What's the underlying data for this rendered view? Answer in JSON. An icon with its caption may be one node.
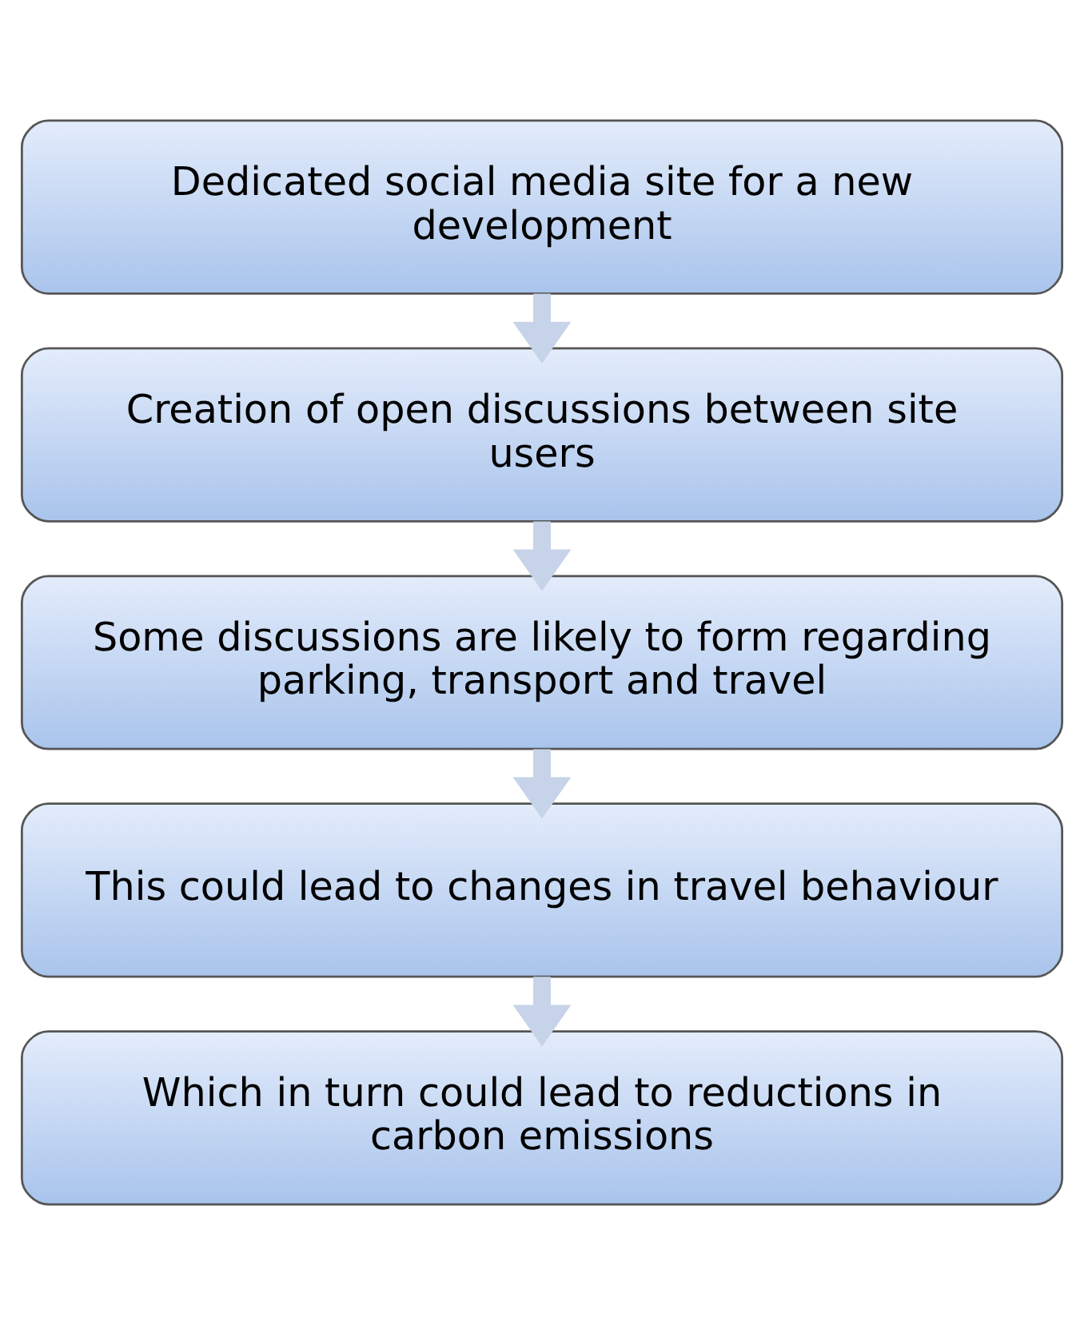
{
  "diagram": {
    "nodes": [
      {
        "text": [
          "Dedicated social media site for a new development"
        ]
      },
      {
        "text": [
          "Creation of open discussions between site users"
        ]
      },
      {
        "text": [
          "Some discussions are likely to form regarding parking, transport and travel"
        ]
      },
      {
        "text": [
          "This could lead to changes in travel behaviour"
        ]
      },
      {
        "text": [
          "Which in turn could lead to reductions in carbon emissions"
        ]
      }
    ],
    "edges": [
      {
        "from": 0,
        "to": 1,
        "arrow": "to"
      },
      {
        "from": 1,
        "to": 2,
        "arrow": "to"
      },
      {
        "from": 2,
        "to": 3,
        "arrow": "to"
      },
      {
        "from": 3,
        "to": 4,
        "arrow": "to"
      }
    ]
  }
}
